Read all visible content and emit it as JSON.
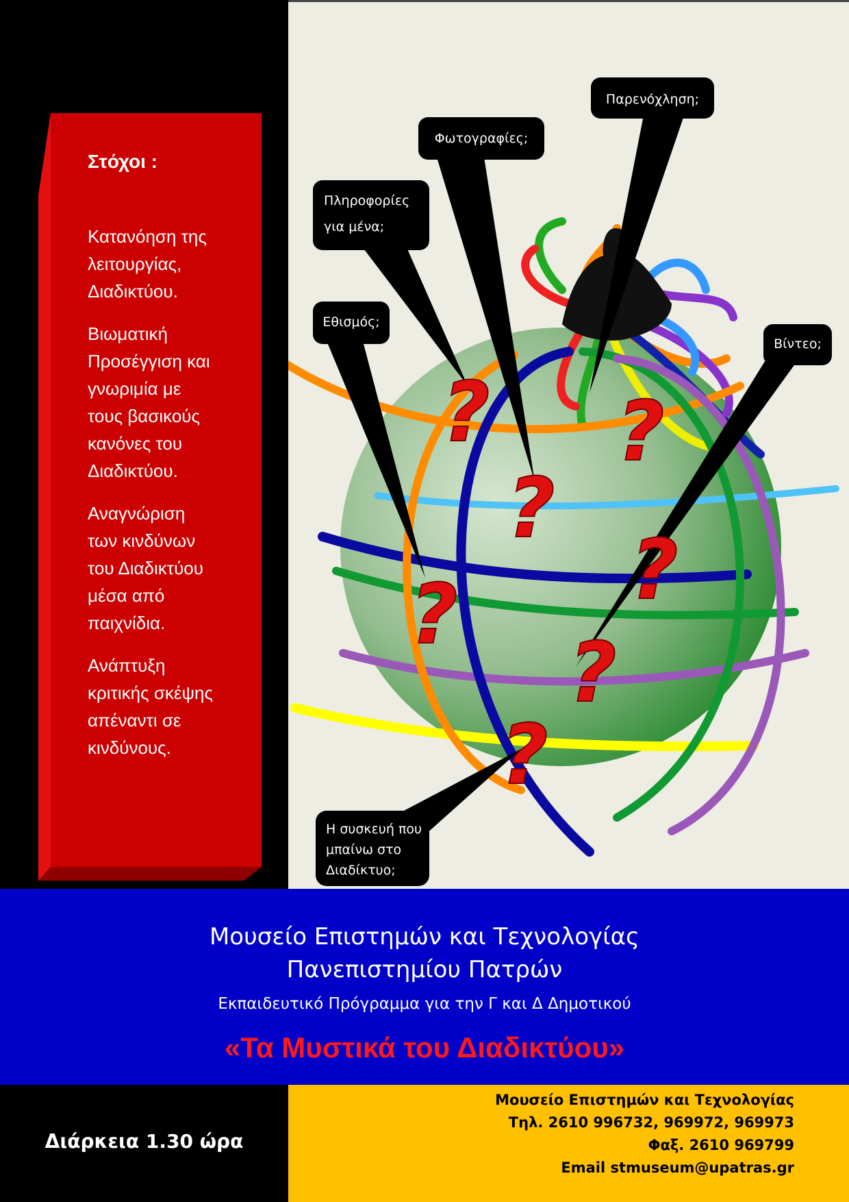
{
  "goals": {
    "title": "Στόχοι :",
    "items": [
      "Κατανόηση της\nλειτουργίας,\nΔιαδικτύου.",
      "Βιωματική\nΠροσέγγιση και\nγνωριμία με\nτους βασικούς\nκανόνες του\nΔιαδικτύου.",
      "Αναγνώριση\nτων  κινδύνων\nτου Διαδικτύου\nμέσα από\nπαιχνίδια.",
      "Ανάπτυξη\nκριτικής σκέψης\nαπέναντι σε\nκινδύνους."
    ]
  },
  "bubbles": {
    "harassment": "Παρενόχληση;",
    "photos": "Φωτογραφίες;",
    "info_line1": "Πληροφορίες",
    "info_line2": "για μένα;",
    "addiction": "Εθισμός;",
    "video": "Βίντεο;",
    "device_line1": "Η συσκευή που",
    "device_line2": "μπαίνω  στο",
    "device_line3": "Διαδίκτυο;"
  },
  "question_mark": "?",
  "museum": {
    "name": "Μουσείο  Επιστημών και Τεχνολογίας\nΠανεπιστημίου Πατρών",
    "subtitle": "Εκπαιδευτικό Πρόγραμμα για την Γ και Δ Δημοτικού",
    "program_title": "«Τα Μυστικά του Διαδικτύου»"
  },
  "duration": "Διάρκεια  1.30 ώρα",
  "contact": {
    "line1": "Μουσείο Επιστημών και Τεχνολογίας",
    "line2": "Τηλ. 2610 996732, 969972, 969973",
    "line3": "Φαξ. 2610 969799",
    "line4": "Email stmuseum@upatras.gr"
  },
  "colors": {
    "panel_red": "#cc0000",
    "band_blue": "#0000c8",
    "contact_yellow": "#ffc000",
    "title_red": "#ff1a1a"
  }
}
